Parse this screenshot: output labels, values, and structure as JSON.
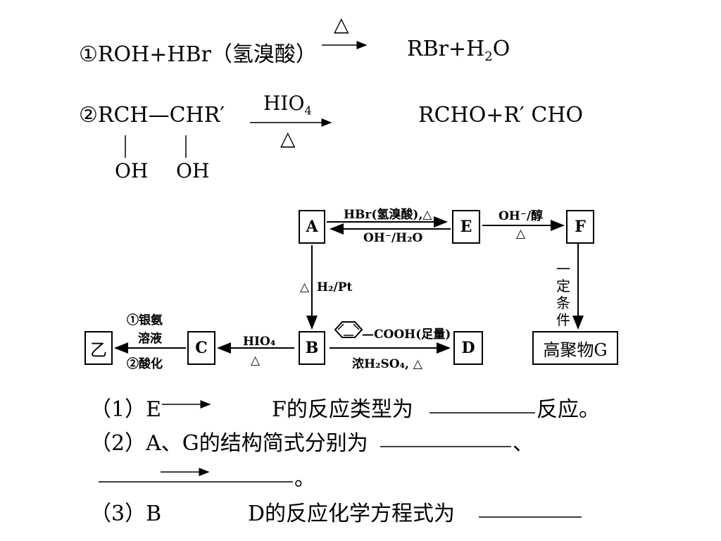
{
  "rule1": {
    "left": "①ROH+HBr（氢溴酸）",
    "top": "△",
    "right_main": "RBr+H",
    "right_sub": "2",
    "right_end": "O"
  },
  "rule2": {
    "left": "②RCH—CHR′",
    "top": "HIO",
    "top_sub": "4",
    "bottom": "△",
    "right": "RCHO+R′ CHO",
    "oh1": "OH",
    "oh2": "OH"
  },
  "flow": {
    "boxes": {
      "A": "A",
      "E": "E",
      "F": "F",
      "B": "B",
      "C": "C",
      "D": "D",
      "yi": "乙",
      "G": "高聚物G"
    },
    "ae_top": "HBr(氢溴酸),△",
    "ea_bottom": "OH⁻/H₂O",
    "ef_top": "OH⁻/醇",
    "ef_bottom": "△",
    "fg_side": [
      "一",
      "定",
      "条",
      "件"
    ],
    "ab_delta": "△",
    "ab_side": "H₂/Pt",
    "bc_top": "HIO₄",
    "bc_bottom": "△",
    "cy_top1": "①银氨",
    "cy_top2": "溶液",
    "cy_bottom": "②酸化",
    "bd_top": "—COOH(足量)",
    "bd_bottom": "浓H₂SO₄, △"
  },
  "questions": {
    "q1_pre": "（1）E",
    "q1_post": "F的反应类型为",
    "q1_end": "反应。",
    "q2": "（2）A、G的结构简式分别为",
    "q2_sep": "、",
    "q2_end": "。",
    "q3_pre": "（3）B",
    "q3_post": "D的反应化学方程式为"
  }
}
